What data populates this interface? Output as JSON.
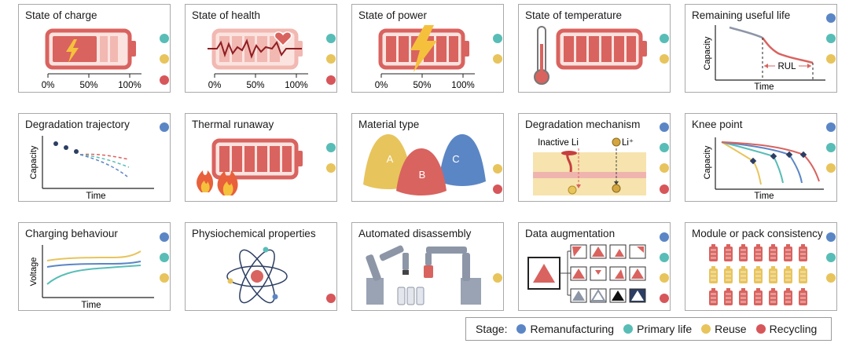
{
  "colors": {
    "remanufacturing": "#5b86c5",
    "primary_life": "#58bdb6",
    "reuse": "#e8c45c",
    "recycling": "#d7565a",
    "battery_fill": "#d9635f",
    "battery_light": "#f2b8b2"
  },
  "cards": [
    {
      "title": "State of charge",
      "stages": [
        "primary",
        "reuse",
        "recycling"
      ],
      "scale": [
        "0%",
        "50%",
        "100%"
      ]
    },
    {
      "title": "State of health",
      "stages": [
        "primary",
        "reuse",
        "recycling"
      ],
      "scale": [
        "0%",
        "50%",
        "100%"
      ]
    },
    {
      "title": "State of power",
      "stages": [
        "primary",
        "reuse"
      ],
      "scale": [
        "0%",
        "50%",
        "100%"
      ]
    },
    {
      "title": "State of temperature",
      "stages": [
        "primary",
        "reuse"
      ]
    },
    {
      "title": "Remaining useful life",
      "stages": [
        "remanufacturing",
        "primary",
        "reuse"
      ],
      "ylabel": "Capacity",
      "xlabel": "Time",
      "annotation": "RUL"
    },
    {
      "title": "Degradation trajectory",
      "stages": [
        "remanufacturing"
      ],
      "ylabel": "Capacity",
      "xlabel": "Time"
    },
    {
      "title": "Thermal runaway",
      "stages": [
        "primary",
        "reuse"
      ]
    },
    {
      "title": "Material type",
      "stages": [
        "reuse",
        "recycling"
      ],
      "labels": [
        "A",
        "B",
        "C"
      ]
    },
    {
      "title": "Degradation mechanism",
      "stages": [
        "remanufacturing",
        "primary",
        "reuse",
        "recycling"
      ],
      "labels": [
        "Inactive Li",
        "Li⁺"
      ]
    },
    {
      "title": "Knee point",
      "stages": [
        "remanufacturing",
        "primary",
        "reuse"
      ],
      "ylabel": "Capacity",
      "xlabel": "Time"
    },
    {
      "title": "Charging behaviour",
      "stages": [
        "remanufacturing",
        "primary",
        "reuse"
      ],
      "ylabel": "Voltage",
      "xlabel": "Time"
    },
    {
      "title": "Physiochemical properties",
      "stages": [
        "recycling"
      ]
    },
    {
      "title": "Automated disassembly",
      "stages": [
        "reuse"
      ]
    },
    {
      "title": "Data augmentation",
      "stages": [
        "remanufacturing",
        "primary",
        "reuse",
        "recycling"
      ]
    },
    {
      "title": "Module or pack consistency",
      "stages": [
        "remanufacturing",
        "primary",
        "reuse"
      ]
    }
  ],
  "legend": {
    "title": "Stage:",
    "items": [
      {
        "key": "remanufacturing",
        "label": "Remanufacturing"
      },
      {
        "key": "primary",
        "label": "Primary life"
      },
      {
        "key": "reuse",
        "label": "Reuse"
      },
      {
        "key": "recycling",
        "label": "Recycling"
      }
    ]
  }
}
